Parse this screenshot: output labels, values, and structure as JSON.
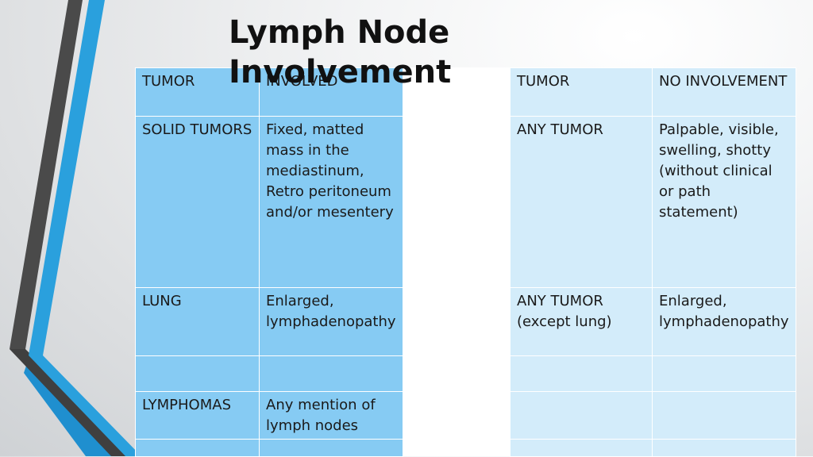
{
  "title": "Lymph Node Involvement",
  "left_table": {
    "headers": [
      "TUMOR",
      "INVOLVED"
    ],
    "rows": [
      [
        "SOLID TUMORS",
        "Fixed, matted mass in the mediastinum, Retro peritoneum and/or mesentery"
      ],
      [
        "LUNG",
        "Enlarged, lymphadenopathy"
      ],
      [
        "",
        ""
      ],
      [
        "LYMPHOMAS",
        "Any mention of lymph nodes"
      ],
      [
        "",
        ""
      ]
    ]
  },
  "right_table": {
    "headers": [
      "TUMOR",
      "NO INVOLVEMENT"
    ],
    "rows": [
      [
        "ANY TUMOR",
        "Palpable, visible, swelling, shotty (without clinical or path statement)"
      ],
      [
        "ANY TUMOR (except lung)",
        "Enlarged, lymphadenopathy"
      ],
      [
        "",
        ""
      ],
      [
        "",
        ""
      ],
      [
        "",
        ""
      ]
    ]
  },
  "colors": {
    "left_fill": "#86cbf3",
    "right_fill": "#d3ecfa",
    "stripe_dark": "#4a4a4a",
    "stripe_blue": "#2aa0dd"
  }
}
